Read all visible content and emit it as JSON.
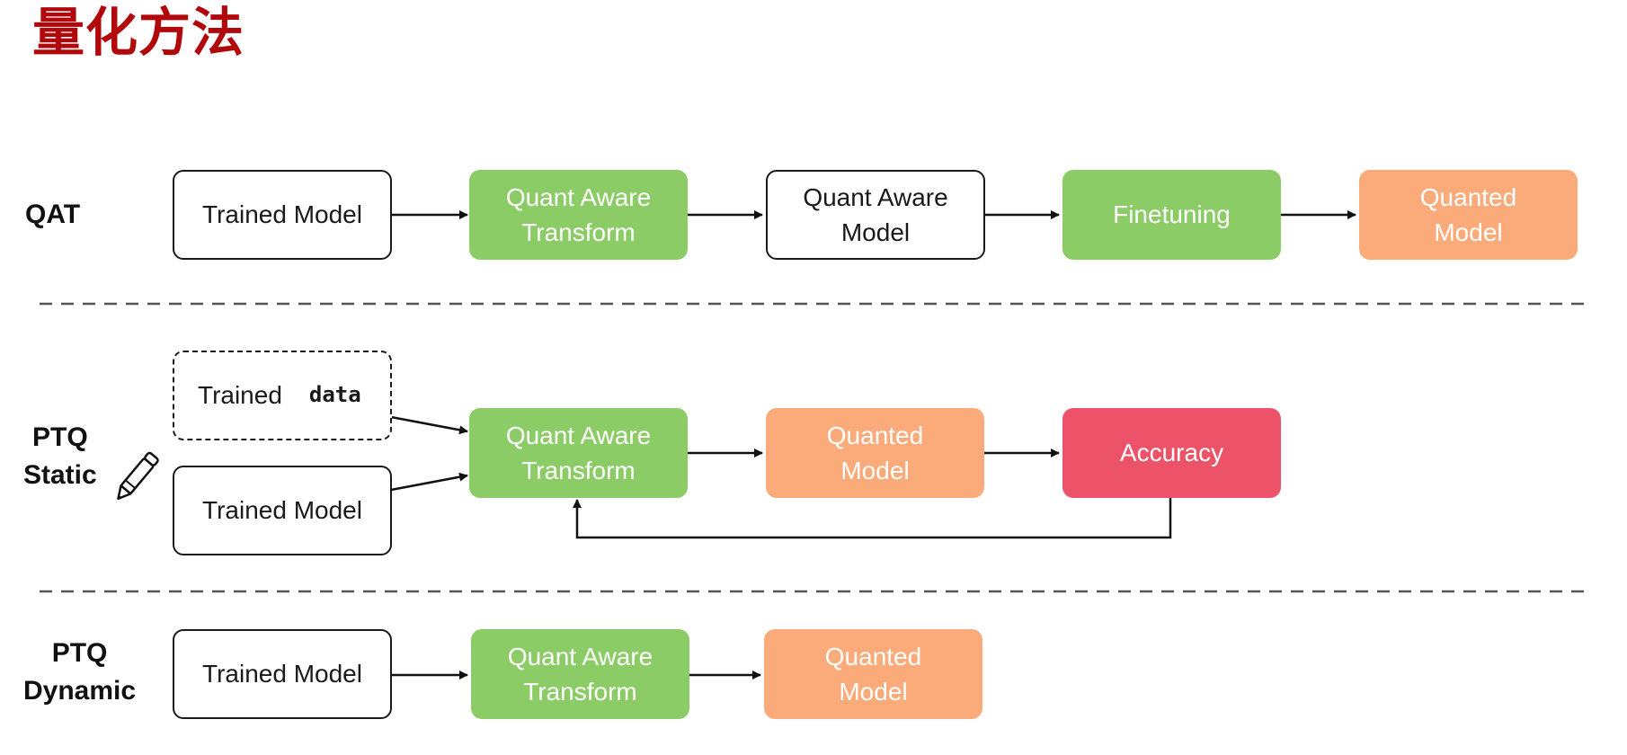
{
  "title": "量化方法",
  "rows": {
    "qat": {
      "label": "QAT",
      "nodes": {
        "trained_model": "Trained Model",
        "quant_aware_transform": "Quant Aware\nTransform",
        "quant_aware_model": "Quant Aware\nModel",
        "finetuning": "Finetuning",
        "quanted_model": "Quanted\nModel"
      }
    },
    "ptq_static": {
      "label": "PTQ\nStatic",
      "nodes": {
        "trained_data_word1": "Trained",
        "trained_data_word2": "data",
        "trained_model": "Trained Model",
        "quant_aware_transform": "Quant Aware\nTransform",
        "quanted_model": "Quanted\nModel",
        "accuracy": "Accuracy"
      }
    },
    "ptq_dynamic": {
      "label": "PTQ\nDynamic",
      "nodes": {
        "trained_model": "Trained Model",
        "quant_aware_transform": "Quant Aware\nTransform",
        "quanted_model": "Quanted\nModel"
      }
    }
  },
  "icons": {
    "annotation": "pencil-icon"
  },
  "colors": {
    "title": "#b1080c",
    "green": "#8ccc67",
    "orange": "#fbab7a",
    "red": "#ec5368",
    "outline": "#1a1a1a",
    "divider": "#555555"
  }
}
